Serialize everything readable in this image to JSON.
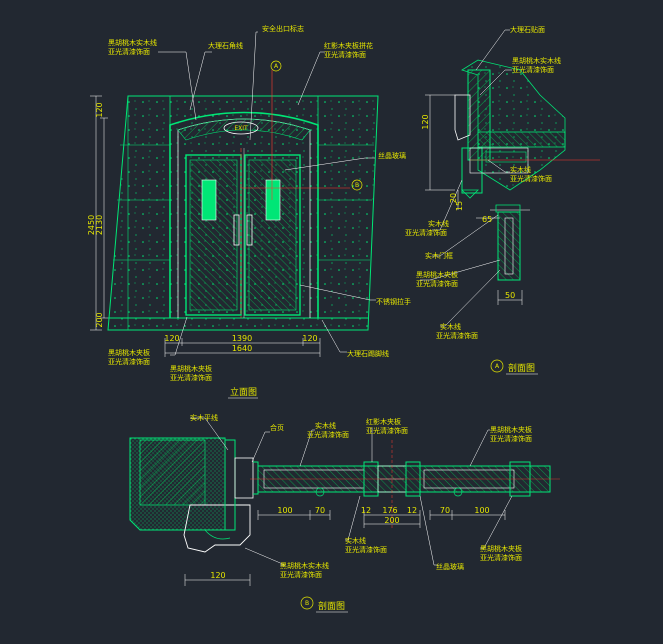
{
  "colors": {
    "background": "#222831",
    "primary_line": "#00e676",
    "secondary_line": "#ffffff",
    "annotation": "#e6e600",
    "accent": "#ff3b30",
    "hatch": "#00c853"
  },
  "elevation": {
    "title": "立面图",
    "labels": {
      "safety_exit_sign": "安全出口标志",
      "marble_corner": "大理石角线",
      "red_walnut_panel": "红影木夹板拼花",
      "red_walnut_panel_finish": "亚光清漆饰面",
      "black_walnut_line": "黑胡桃木实木线",
      "black_walnut_line_finish": "亚光清漆饰面",
      "frosted_glass": "丝晶玻璃",
      "stainless_handle": "不锈钢拉手",
      "black_walnut_board": "黑胡桃木夹板",
      "black_walnut_board_finish": "亚光清漆饰面",
      "black_walnut_board2": "黑胡桃木夹板",
      "black_walnut_board2_finish": "亚光清漆饰面",
      "marble_skirting": "大理石踢脚线",
      "exit_text": "EXIT"
    },
    "dims": {
      "height_total": "2450",
      "height_inner": "2130",
      "top": "120",
      "bottom": "200",
      "left": "120",
      "middle": "1390",
      "right": "120",
      "width_total": "1640"
    },
    "section_marker_a": "A",
    "section_marker_b": "B"
  },
  "section_a": {
    "title": "剖面图",
    "marker": "A",
    "labels": {
      "marble_face": "大理石贴面",
      "black_walnut_line": "黑胡桃木实木线",
      "black_walnut_line_finish": "亚光清漆饰面",
      "solid_wood_line": "实木线",
      "solid_wood_line_finish": "亚光清漆饰面",
      "solid_wood_line2": "实木线",
      "solid_wood_line2_finish": "亚光清漆饰面",
      "solid_wood_frame": "实木门框",
      "black_walnut_board": "黑胡桃木夹板",
      "black_walnut_board_finish": "亚光清漆饰面",
      "solid_wood_line3": "实木线",
      "solid_wood_line3_finish": "亚光清漆饰面"
    },
    "dims": {
      "height": "120",
      "d1": "20",
      "d2": "15",
      "d3": "65",
      "d4": "50"
    }
  },
  "section_b": {
    "title": "剖面图",
    "marker": "B",
    "labels": {
      "solid_wood_flat_line": "实木平线",
      "hinge": "合页",
      "solid_wood_line": "实木线",
      "solid_wood_line_finish": "亚光清漆饰面",
      "red_walnut_panel": "红影木夹板",
      "red_walnut_panel_finish": "亚光清漆饰面",
      "black_walnut_board": "黑胡桃木夹板",
      "black_walnut_board_finish": "亚光清漆饰面",
      "solid_wood_line2": "实木线",
      "solid_wood_line2_finish": "亚光清漆饰面",
      "black_walnut_line": "黑胡桃木实木线",
      "black_walnut_line_finish": "亚光清漆饰面",
      "frosted_glass": "丝晶玻璃",
      "black_walnut_board2": "黑胡桃木夹板",
      "black_walnut_board2_finish": "亚光清漆饰面"
    },
    "dims": {
      "left_100": "100",
      "left_70": "70",
      "d12a": "12",
      "d176": "176",
      "d12b": "12",
      "d200": "200",
      "right_70": "70",
      "right_100": "100",
      "bottom_120": "120"
    }
  }
}
